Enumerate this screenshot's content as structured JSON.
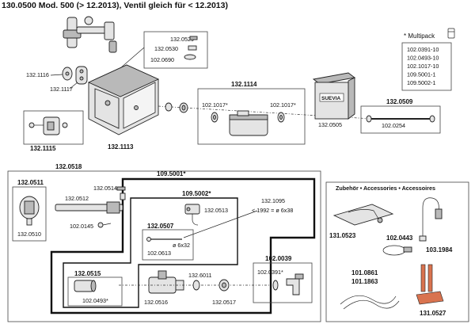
{
  "title": "130.0500 Mod. 500 (> 12.2013), Ventil gleich für < 12.2013)",
  "multipack": {
    "title": "* Multipack",
    "items": [
      "102.0391-10",
      "102.0493-10",
      "102.1017-10",
      "109.5001-1",
      "109.5002-1"
    ]
  },
  "accessories": {
    "title": "Zubehör • Accessories • Accessoires",
    "labels": {
      "p131_0523": "131.0523",
      "p102_0443": "102.0443",
      "p103_1984": "103.1984",
      "p101_0861": "101.0861",
      "p101_1863": "101.1863",
      "p131_0527": "131.0527"
    }
  },
  "brand": "SUEVIA",
  "labels": {
    "p132_1116": "132.1116",
    "p132_1117": "132.1117",
    "p132_1115": "132.1115",
    "p132_1113": "132.1113",
    "p132_0529": "132.0529",
    "p132_0530": "132.0530",
    "p102_0690": "102.0690",
    "p132_1114": "132.1114",
    "p102_1017a": "102.1017*",
    "p102_1017b": "102.1017*",
    "p132_0505": "132.0505",
    "p132_0509": "132.0509",
    "p102_0254": "102.0254",
    "p132_0518": "132.0518",
    "p132_0511": "132.0511",
    "p132_0512": "132.0512",
    "p132_0514": "132.0514",
    "p102_0145": "102.0145",
    "p132_0510": "132.0510",
    "p109_5001": "109.5001*",
    "p109_5002": "109.5002*",
    "p132_0513": "132.0513",
    "p132_1095": "132.1095",
    "p1992": "< 1992 = ø 6x38",
    "p132_0507": "132.0507",
    "p102_0613": "102.0613",
    "p6x32": "ø 6x32",
    "p132_0515": "132.0515",
    "p102_0493": "102.0493*",
    "p132_0516": "132.0516",
    "p132_6011": "132.6011",
    "p132_0517": "132.0517",
    "p102_0039": "102.0039",
    "p102_0391": "102.0391*"
  }
}
